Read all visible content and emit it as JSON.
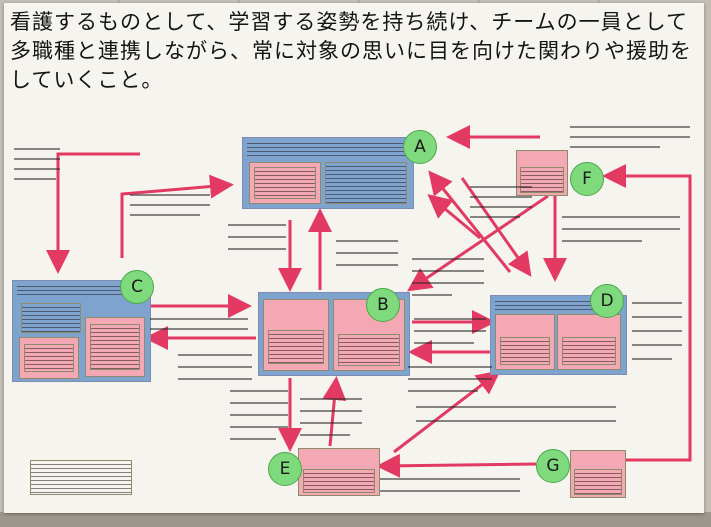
{
  "title": "看護するものとして、学習する姿勢を持ち続け、チームの一員として多職種と連携しながら、常に対象の思いに目を向けた関わりや援助をしていくこと。",
  "nodes": {
    "a": "A",
    "b": "B",
    "c": "C",
    "d": "D",
    "e": "E",
    "f": "F",
    "g": "G"
  },
  "colors": {
    "arrow": "#e23a63",
    "circle": "#7fd97d",
    "panel": "#7fa3cf",
    "yellow": "#f7e870",
    "pink": "#f3a8b4",
    "green": "#b7e58e"
  }
}
